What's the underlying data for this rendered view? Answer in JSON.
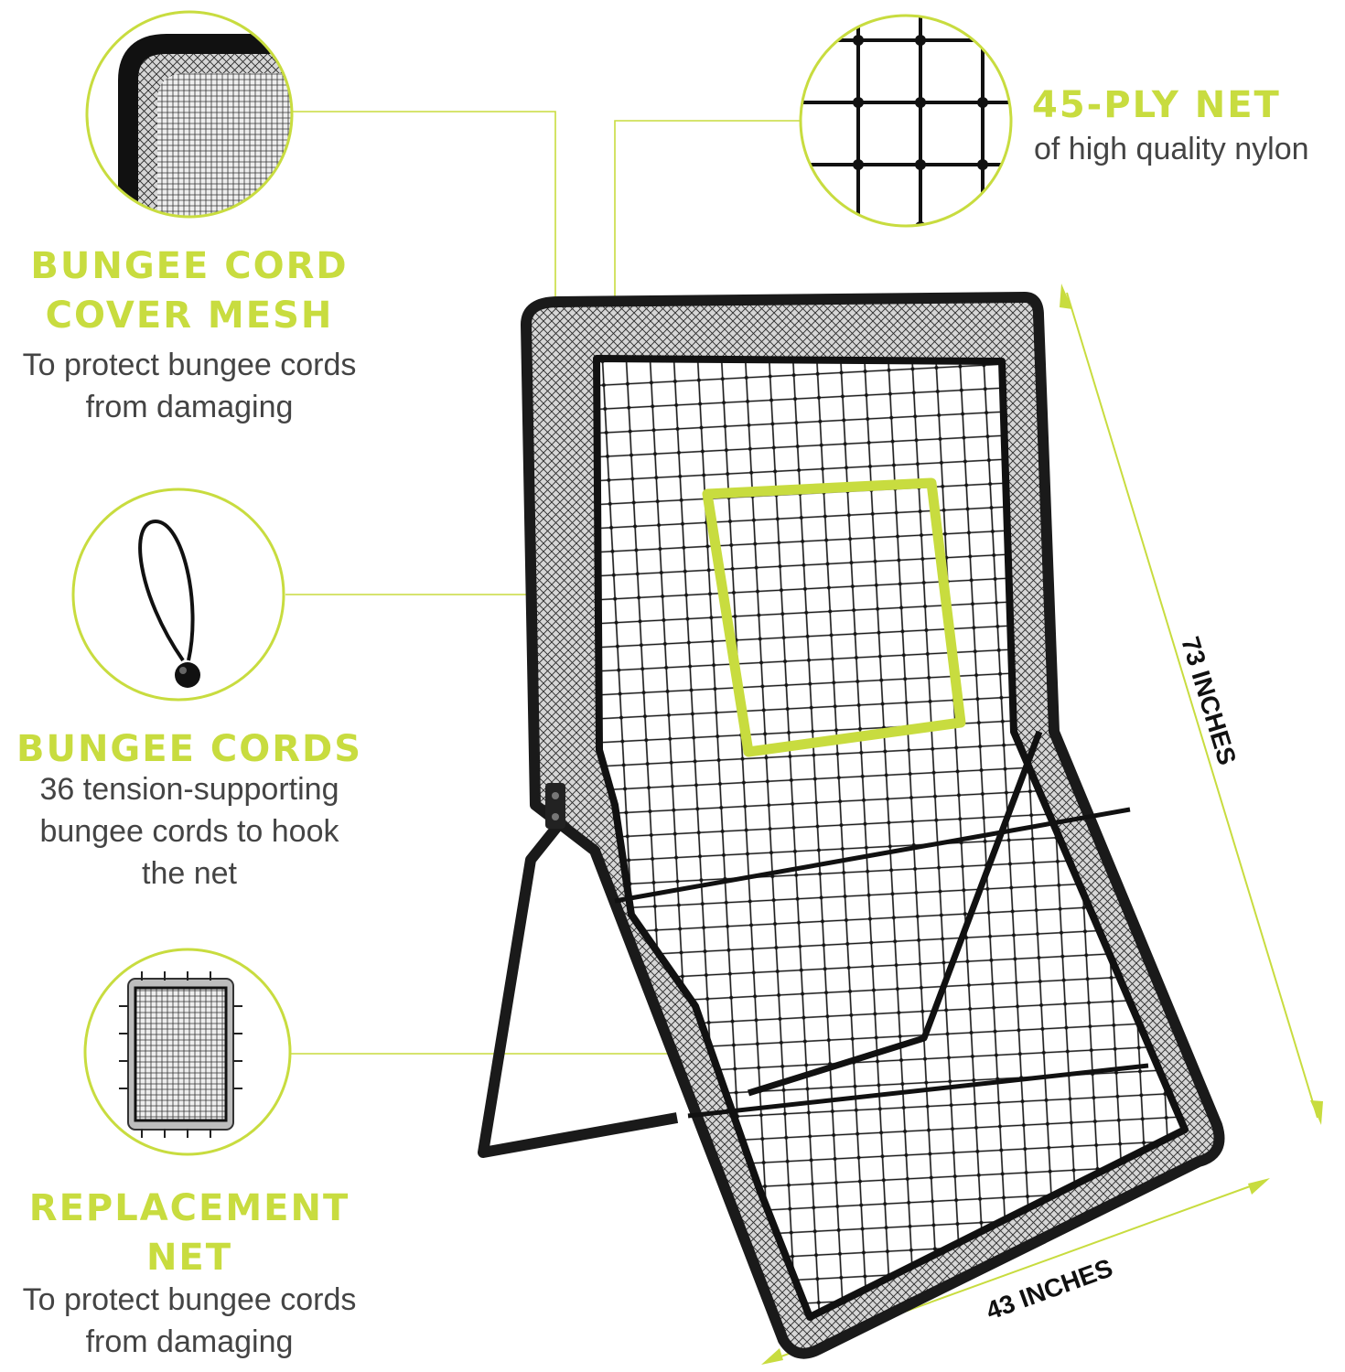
{
  "features": {
    "bungee_cover": {
      "title_lines": [
        "BUNGEE CORD",
        "COVER MESH"
      ],
      "desc_lines": [
        "To protect bungee cords",
        "from damaging"
      ]
    },
    "bungee_cords": {
      "title_lines": [
        "BUNGEE CORDS"
      ],
      "desc_lines": [
        "36 tension-supporting",
        "bungee cords to hook",
        "the net"
      ]
    },
    "replacement_net": {
      "title_lines": [
        "REPLACEMENT",
        "NET"
      ],
      "desc_lines": [
        "To protect bungee cords",
        "from damaging"
      ]
    },
    "ply_net": {
      "title": "45-PLY NET",
      "desc": "of high quality nylon"
    }
  },
  "dimensions": {
    "height_label": "73 INCHES",
    "width_label": "43 INCHES"
  },
  "colors": {
    "accent": "#c8dc3f",
    "frame": "#1a1a1a",
    "text": "#444444"
  },
  "icons": {
    "bungee_cover": "frame-corner-mesh-photo",
    "bungee_cords": "bungee-cord-ball-photo",
    "replacement_net": "replacement-net-photo",
    "ply_net": "net-mesh-closeup-photo"
  }
}
